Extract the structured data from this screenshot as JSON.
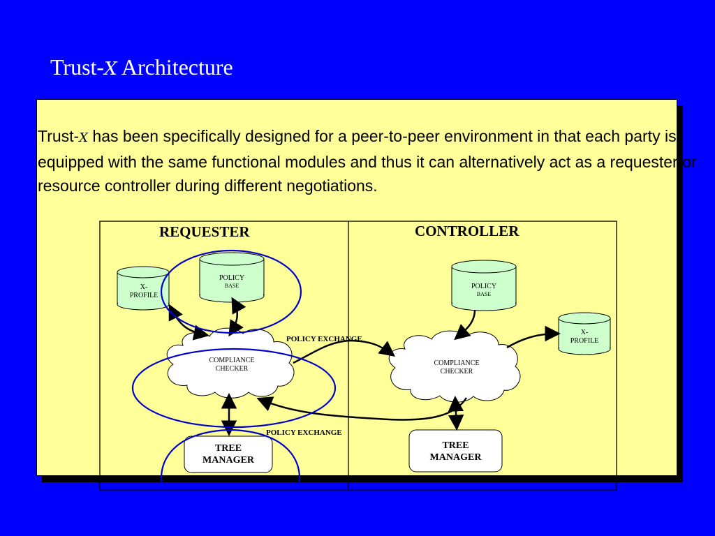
{
  "slide": {
    "title_prefix": "Trust-",
    "title_x": "X",
    "title_suffix": " Architecture",
    "para_prefix": "Trust-",
    "para_x": "X",
    "para_rest": "  has been specifically designed for a peer-to-peer environment in that each party is equipped with the same functional modules and thus it can alternatively act as a requester or resource  controller during different negotiations."
  },
  "diagram": {
    "requester": {
      "header": "REQUESTER",
      "xprofile": [
        "X-",
        "PROFILE"
      ],
      "policy": "POLICY",
      "base": "BASE",
      "checker": [
        "COMPLIANCE",
        "CHECKER"
      ],
      "tree": [
        "TREE",
        "MANAGER"
      ]
    },
    "controller": {
      "header": "CONTROLLER",
      "xprofile": [
        "X-",
        "PROFILE"
      ],
      "policy": "POLICY",
      "base": "BASE",
      "checker": [
        "COMPLIANCE",
        "CHECKER"
      ],
      "tree": [
        "TREE",
        "MANAGER"
      ]
    },
    "exchange_top": "POLICY EXCHANGE",
    "exchange_bottom": "POLICY EXCHANGE"
  },
  "colors": {
    "background": "#0000ff",
    "panel": "#ffff99",
    "node_fill": "#ccffcc",
    "highlight": "#0000cc"
  }
}
